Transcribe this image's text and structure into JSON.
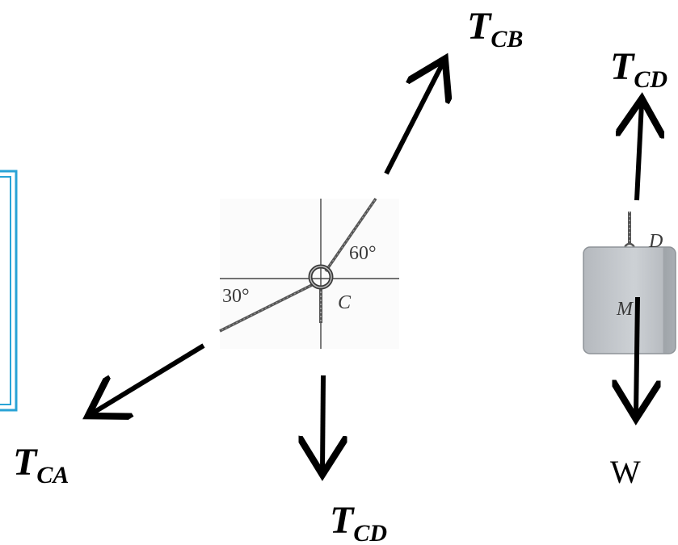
{
  "labels": {
    "t_cb": {
      "main": "T",
      "sub": "CB"
    },
    "t_cd_top": {
      "main": "T",
      "sub": "CD"
    },
    "t_ca": {
      "main": "T",
      "sub": "CA"
    },
    "t_cd_bottom": {
      "main": "T",
      "sub": "CD"
    },
    "weight": "W"
  },
  "figure": {
    "angle_cb": "60°",
    "angle_ca": "30°",
    "ring": "C",
    "point_d": "D",
    "mass": "M"
  },
  "colors": {
    "arrow": "#000000",
    "frame": "#29a3d6",
    "photo_line": "#333333",
    "block": "#c4c8cc"
  }
}
